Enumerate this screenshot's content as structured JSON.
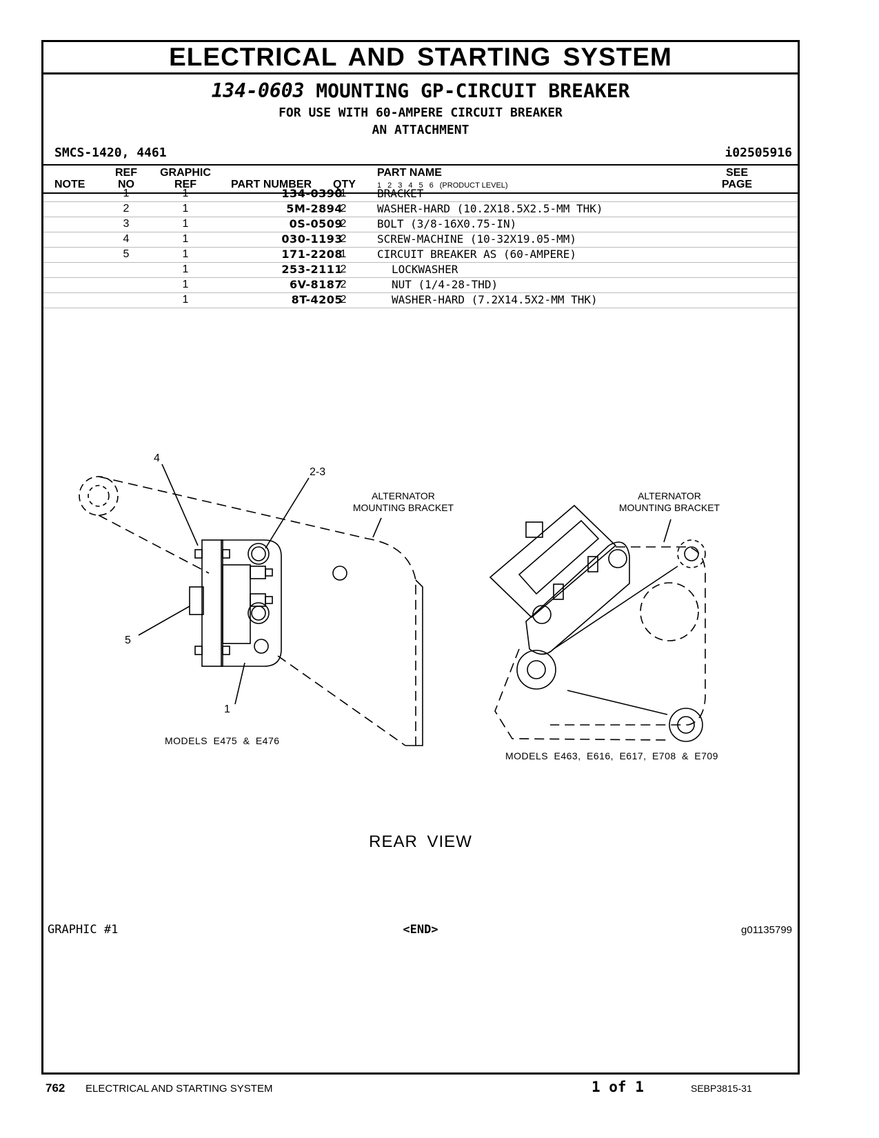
{
  "header": {
    "section_title": "ELECTRICAL AND STARTING SYSTEM",
    "group_number": "134-0603",
    "group_name": "MOUNTING GP-CIRCUIT BREAKER",
    "subtitle_1": "FOR USE WITH 60-AMPERE CIRCUIT BREAKER",
    "subtitle_2": "AN ATTACHMENT",
    "smcs": "SMCS-1420, 4461",
    "info_id": "i02505916"
  },
  "table": {
    "col_note": "NOTE",
    "col_ref_1": "REF",
    "col_ref_2": "NO",
    "col_graphic_1": "GRAPHIC",
    "col_graphic_2": "REF",
    "col_part_number": "PART NUMBER",
    "col_qty": "QTY",
    "col_part_name": "PART NAME",
    "product_levels": [
      "1",
      "2",
      "3",
      "4",
      "5",
      "6"
    ],
    "product_level_label": "(PRODUCT LEVEL)",
    "col_see_1": "SEE",
    "col_see_2": "PAGE",
    "rows": [
      {
        "ref": "1",
        "graphic": "1",
        "part_number": "134-0390",
        "qty": "1",
        "name": "BRACKET"
      },
      {
        "ref": "2",
        "graphic": "1",
        "part_number": "5M-2894",
        "qty": "2",
        "name": "WASHER-HARD (10.2X18.5X2.5-MM THK)"
      },
      {
        "ref": "3",
        "graphic": "1",
        "part_number": "0S-0509",
        "qty": "2",
        "name": "BOLT (3/8-16X0.75-IN)"
      },
      {
        "ref": "4",
        "graphic": "1",
        "part_number": "030-1193",
        "qty": "2",
        "name": "SCREW-MACHINE (10-32X19.05-MM)"
      },
      {
        "ref": "5",
        "graphic": "1",
        "part_number": "171-2208",
        "qty": "1",
        "name": "CIRCUIT BREAKER AS (60-AMPERE)"
      },
      {
        "ref": "",
        "graphic": "1",
        "part_number": "253-2111",
        "qty": "2",
        "name": "LOCKWASHER"
      },
      {
        "ref": "",
        "graphic": "1",
        "part_number": "6V-8187",
        "qty": "2",
        "name": "NUT (1/4-28-THD)"
      },
      {
        "ref": "",
        "graphic": "1",
        "part_number": "8T-4205",
        "qty": "2",
        "name": "WASHER-HARD (7.2X14.5X2-MM THK)"
      }
    ]
  },
  "drawing": {
    "callouts": [
      "4",
      "2-3",
      "5",
      "1"
    ],
    "label_bracket_left_1": "ALTERNATOR",
    "label_bracket_left_2": "MOUNTING BRACKET",
    "label_bracket_right_1": "ALTERNATOR",
    "label_bracket_right_2": "MOUNTING BRACKET",
    "caption_left": "MODELS E475 & E476",
    "caption_right": "MODELS E463, E616, E617, E708 & E709",
    "view_label": "REAR VIEW"
  },
  "graphic_label": "GRAPHIC #1",
  "end_marker": "<END>",
  "graphic_id": "g01135799",
  "footer": {
    "page_number": "762",
    "section": "ELECTRICAL AND STARTING SYSTEM",
    "page_of": "1 of 1",
    "doc_number": "SEBP3815-31"
  }
}
